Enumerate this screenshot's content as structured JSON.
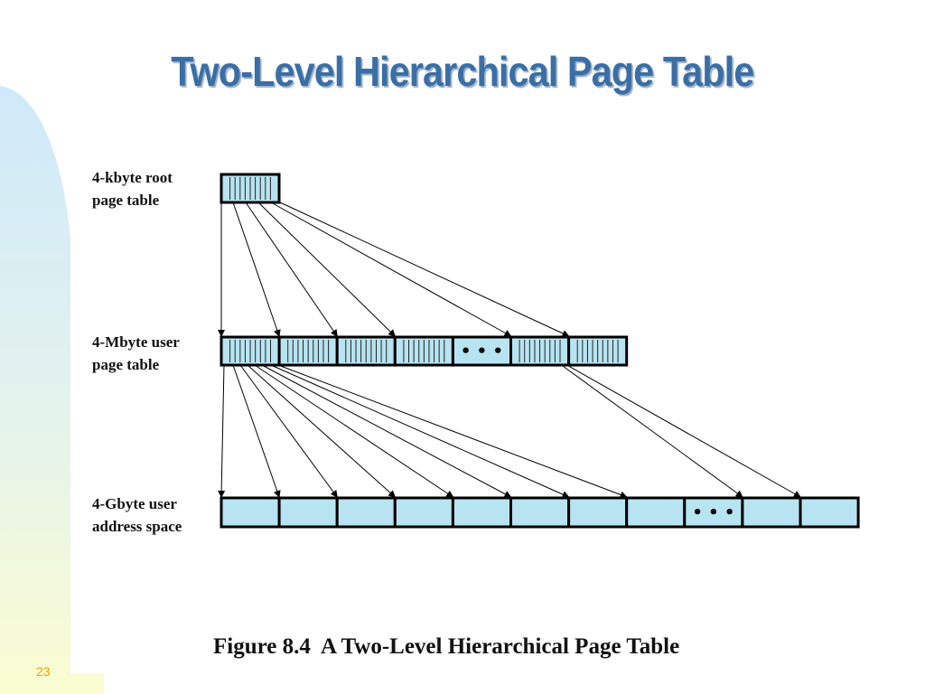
{
  "slide": {
    "title": "Two-Level Hierarchical Page Table",
    "caption": "Figure 8.4  A Two-Level Hierarchical Page Table",
    "slide_number": "23"
  },
  "diagram": {
    "levels": [
      {
        "id": "root",
        "label_line1": "4-kbyte root",
        "label_line2": "page table",
        "blocks": 1
      },
      {
        "id": "user_pt",
        "label_line1": "4-Mbyte user",
        "label_line2": "page table",
        "blocks": 7,
        "ellipsis_index": 4
      },
      {
        "id": "addr_space",
        "label_line1": "4-Gbyte user",
        "label_line2": "address space",
        "blocks": 11,
        "ellipsis_index": 8
      }
    ],
    "ellipsis_text": "• • •",
    "colors": {
      "cell_fill": "#b7e4f0",
      "outline": "#000000",
      "arrow": "#000000",
      "title": "#3a6ea5"
    }
  }
}
